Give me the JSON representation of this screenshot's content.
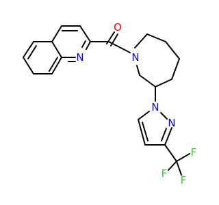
{
  "molecule": {
    "atoms": {
      "o1": {
        "symbol": "O",
        "color": "#ff0000"
      },
      "n_quinoline": {
        "symbol": "N",
        "color": "#0000ff"
      },
      "n_piperidine": {
        "symbol": "N",
        "color": "#0000ff"
      },
      "n_pyrazole_1": {
        "symbol": "N",
        "color": "#0000ff"
      },
      "n_pyrazole_2": {
        "symbol": "N",
        "color": "#0000ff"
      },
      "f1": {
        "symbol": "F",
        "color": "#33cc33"
      },
      "f2": {
        "symbol": "F",
        "color": "#33cc33"
      },
      "f3": {
        "symbol": "F",
        "color": "#33cc33"
      }
    },
    "bond_color": "#000000",
    "background": "#ffffff"
  }
}
